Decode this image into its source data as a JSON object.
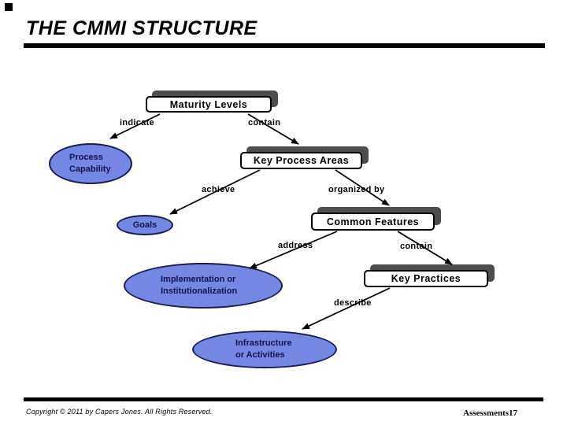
{
  "slide": {
    "title": "THE CMMI STRUCTURE"
  },
  "diagram": {
    "boxes": {
      "maturity_levels": "Maturity Levels",
      "key_process_areas": "Key Process Areas",
      "common_features": "Common Features",
      "key_practices": "Key Practices"
    },
    "ellipses": {
      "process_capability": {
        "line1": "Process",
        "line2": "Capability"
      },
      "goals": {
        "line1": "Goals"
      },
      "implementation": {
        "line1": "Implementation or",
        "line2": "Institutionalization"
      },
      "infrastructure": {
        "line1": "Infrastructure",
        "line2": "or Activities"
      }
    },
    "edge_labels": {
      "indicate": "indicate",
      "contain_top": "contain",
      "achieve": "achieve",
      "organized_by": "organized by",
      "address": "address",
      "contain_bottom": "contain",
      "describe": "describe"
    }
  },
  "footer": {
    "copyright": "Copyright © 2011 by Capers Jones.  All Rights Reserved.",
    "page_label": "Assessments17"
  },
  "colors": {
    "ellipse_fill": "#7487E2",
    "ellipse_border": "#1c1c4e",
    "ellipse_text": "#14144d",
    "box_shadow_color": "#4d4d4d"
  }
}
